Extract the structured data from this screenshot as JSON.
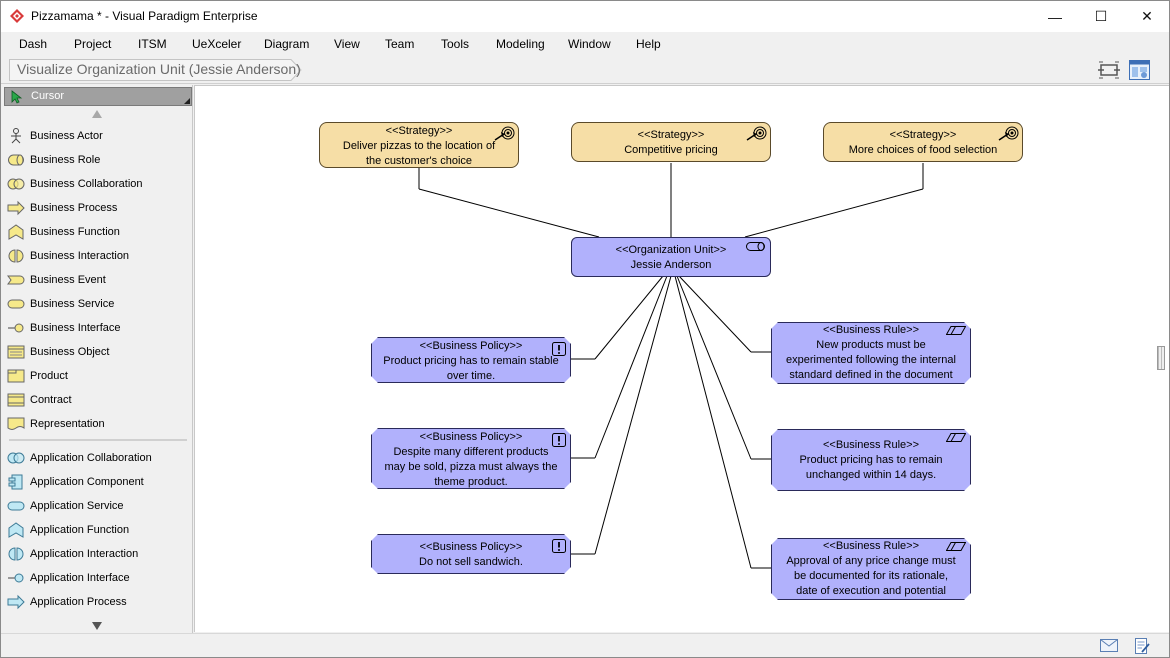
{
  "window": {
    "title": "Pizzamama * - Visual Paradigm Enterprise",
    "minimize": "—",
    "maximize": "☐",
    "close": "✕"
  },
  "menu": [
    "Dash",
    "Project",
    "ITSM",
    "UeXceler",
    "Diagram",
    "View",
    "Team",
    "Tools",
    "Modeling",
    "Window",
    "Help"
  ],
  "breadcrumb": "Visualize Organization Unit (Jessie Anderson)",
  "palette": {
    "cursor": "Cursor",
    "business_items": [
      "Business Actor",
      "Business Role",
      "Business Collaboration",
      "Business Process",
      "Business Function",
      "Business Interaction",
      "Business Event",
      "Business Service",
      "Business Interface",
      "Business Object",
      "Product",
      "Contract",
      "Representation"
    ],
    "application_items": [
      "Application Collaboration",
      "Application Component",
      "Application Service",
      "Application Function",
      "Application Interaction",
      "Application Interface",
      "Application Process"
    ]
  },
  "diagram": {
    "strategies": [
      {
        "stereotype": "<<Strategy>>",
        "lines": [
          "Deliver pizzas to the location of",
          "the customer's choice"
        ]
      },
      {
        "stereotype": "<<Strategy>>",
        "lines": [
          "Competitive pricing"
        ]
      },
      {
        "stereotype": "<<Strategy>>",
        "lines": [
          "More choices of food selection"
        ]
      }
    ],
    "org_unit": {
      "stereotype": "<<Organization Unit>>",
      "lines": [
        "Jessie Anderson"
      ]
    },
    "policies": [
      {
        "stereotype": "<<Business Policy>>",
        "lines": [
          "Product pricing has to remain stable",
          "over time."
        ]
      },
      {
        "stereotype": "<<Business Policy>>",
        "lines": [
          "Despite many different products",
          "may be sold, pizza must always the",
          "theme product."
        ]
      },
      {
        "stereotype": "<<Business Policy>>",
        "lines": [
          "Do not sell sandwich."
        ]
      }
    ],
    "rules": [
      {
        "stereotype": "<<Business Rule>>",
        "lines": [
          "New products must be",
          "experimented following the internal",
          "standard defined in the document"
        ]
      },
      {
        "stereotype": "<<Business Rule>>",
        "lines": [
          "Product pricing has to remain",
          "unchanged within 14 days."
        ]
      },
      {
        "stereotype": "<<Business Rule>>",
        "lines": [
          "Approval of any price change must",
          "be documented for its rationale,",
          "date of execution and potential"
        ]
      }
    ]
  },
  "colors": {
    "strategy_fill": "#f6dea6",
    "motivation_fill": "#b1b1fc",
    "palette_selected": "#a0a0a0"
  }
}
